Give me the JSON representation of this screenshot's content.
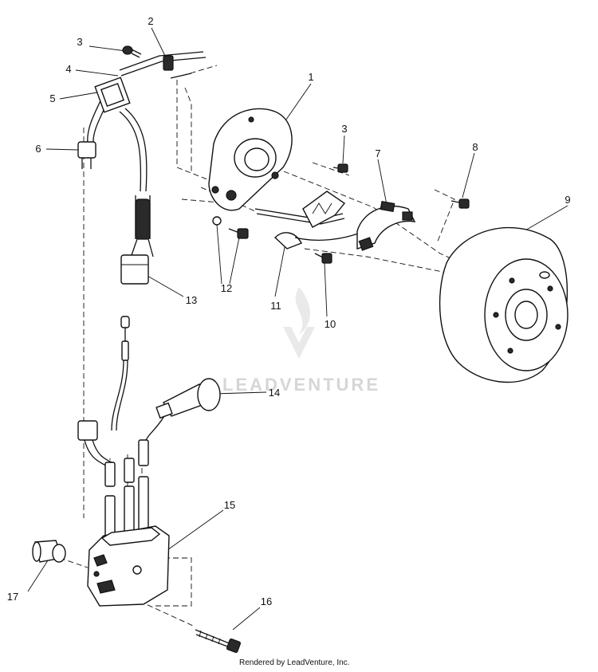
{
  "callouts": [
    {
      "id": "1",
      "label": "1"
    },
    {
      "id": "2",
      "label": "2"
    },
    {
      "id": "3a",
      "label": "3"
    },
    {
      "id": "3b",
      "label": "3"
    },
    {
      "id": "4",
      "label": "4"
    },
    {
      "id": "5",
      "label": "5"
    },
    {
      "id": "6",
      "label": "6"
    },
    {
      "id": "7",
      "label": "7"
    },
    {
      "id": "8",
      "label": "8"
    },
    {
      "id": "9",
      "label": "9"
    },
    {
      "id": "10",
      "label": "10"
    },
    {
      "id": "11",
      "label": "11"
    },
    {
      "id": "12",
      "label": "12"
    },
    {
      "id": "13",
      "label": "13"
    },
    {
      "id": "14",
      "label": "14"
    },
    {
      "id": "15",
      "label": "15"
    },
    {
      "id": "16",
      "label": "16"
    },
    {
      "id": "17",
      "label": "17"
    }
  ],
  "watermark": {
    "text": "LEADVENTURE"
  },
  "credit": {
    "text": "Rendered by LeadVenture, Inc."
  },
  "colors": {
    "ink": "#111111",
    "background": "#ffffff",
    "watermark": "#d6d6d6"
  }
}
